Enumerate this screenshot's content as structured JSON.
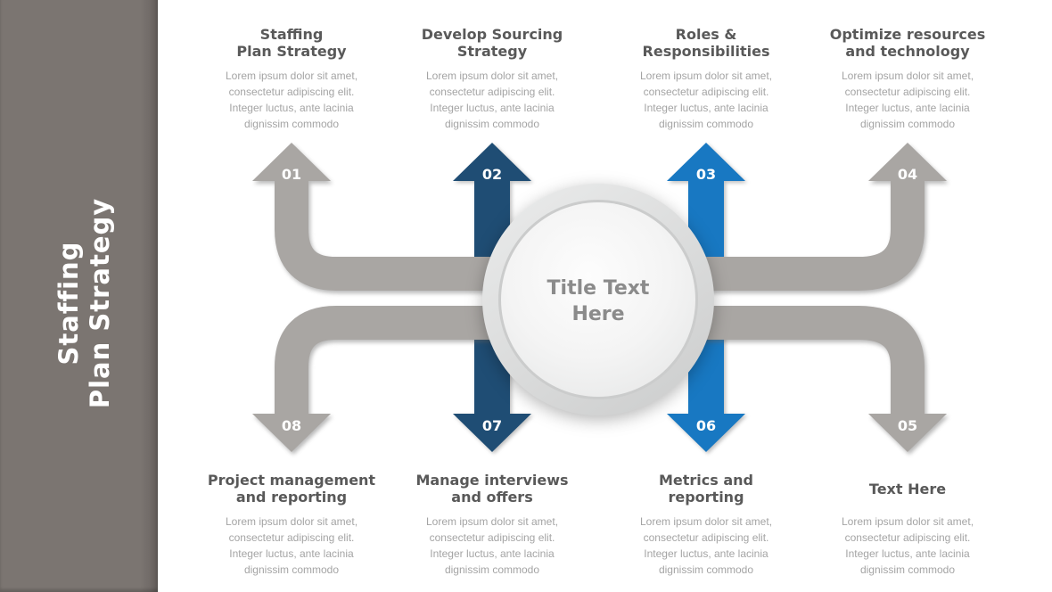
{
  "sidebar": {
    "title_line1": "Staffing",
    "title_line2": "Plan Strategy",
    "bg_color": "#7b7571",
    "text_color": "#ffffff"
  },
  "center": {
    "title_line1": "Title Text",
    "title_line2": "Here"
  },
  "colors": {
    "pipe_gray": "#a9a6a3",
    "pipe_navy": "#1f4d74",
    "pipe_blue": "#1878c2",
    "header_text": "#595959",
    "body_text": "#a4a4a4",
    "number_text": "#ffffff",
    "circle_title_text": "#8b8b8b",
    "slide_bg": "#ffffff"
  },
  "lorem": {
    "line1": "Lorem ipsum dolor sit amet,",
    "line2": "consectetur adipiscing elit.",
    "line3": "Integer luctus, ante lacinia",
    "line4": "dignissim commodo"
  },
  "top_items": [
    {
      "number": "01",
      "title_line1": "Staffing",
      "title_line2": "Plan Strategy"
    },
    {
      "number": "02",
      "title_line1": "Develop Sourcing",
      "title_line2": "Strategy"
    },
    {
      "number": "03",
      "title_line1": "Roles &",
      "title_line2": "Responsibilities"
    },
    {
      "number": "04",
      "title_line1": "Optimize resources",
      "title_line2": "and technology"
    }
  ],
  "bottom_items": [
    {
      "number": "08",
      "title_line1": "Project management",
      "title_line2": "and reporting"
    },
    {
      "number": "07",
      "title_line1": "Manage interviews",
      "title_line2": "and offers"
    },
    {
      "number": "06",
      "title_line1": "Metrics and",
      "title_line2": "reporting"
    },
    {
      "number": "05",
      "title_line1": "Text Here",
      "title_line2": ""
    }
  ]
}
